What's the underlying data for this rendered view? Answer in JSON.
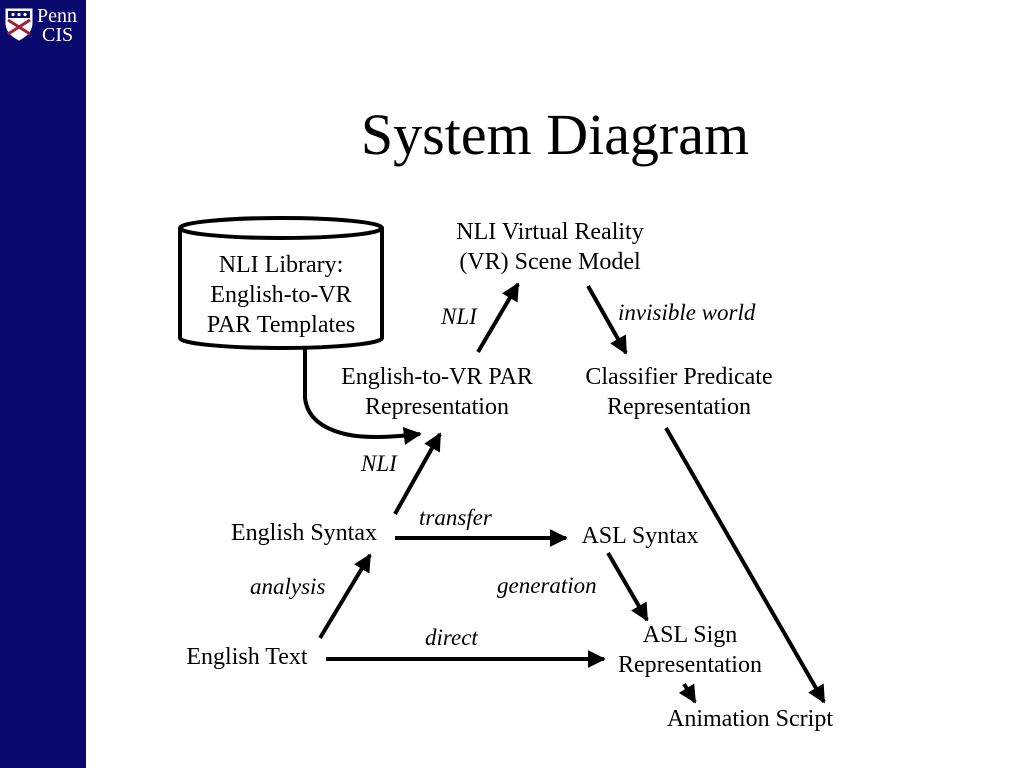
{
  "logo": {
    "line1": "Penn",
    "line2": "CIS"
  },
  "slide": {
    "title": "System Diagram"
  },
  "nodes": {
    "nli_library": [
      "NLI Library:",
      "English-to-VR",
      "PAR Templates"
    ],
    "vr_scene_model": [
      "NLI Virtual Reality",
      "(VR) Scene Model"
    ],
    "english_to_vr_par": [
      "English-to-VR PAR",
      "Representation"
    ],
    "classifier_predicate": [
      "Classifier Predicate",
      "Representation"
    ],
    "english_syntax": "English Syntax",
    "asl_syntax": "ASL Syntax",
    "english_text": "English Text",
    "asl_sign": [
      "ASL Sign",
      "Representation"
    ],
    "animation_script": "Animation Script"
  },
  "edges": {
    "nli_upper": "NLI",
    "invisible_world": "invisible world",
    "nli_lower": "NLI",
    "transfer": "transfer",
    "analysis": "analysis",
    "generation": "generation",
    "direct": "direct"
  }
}
